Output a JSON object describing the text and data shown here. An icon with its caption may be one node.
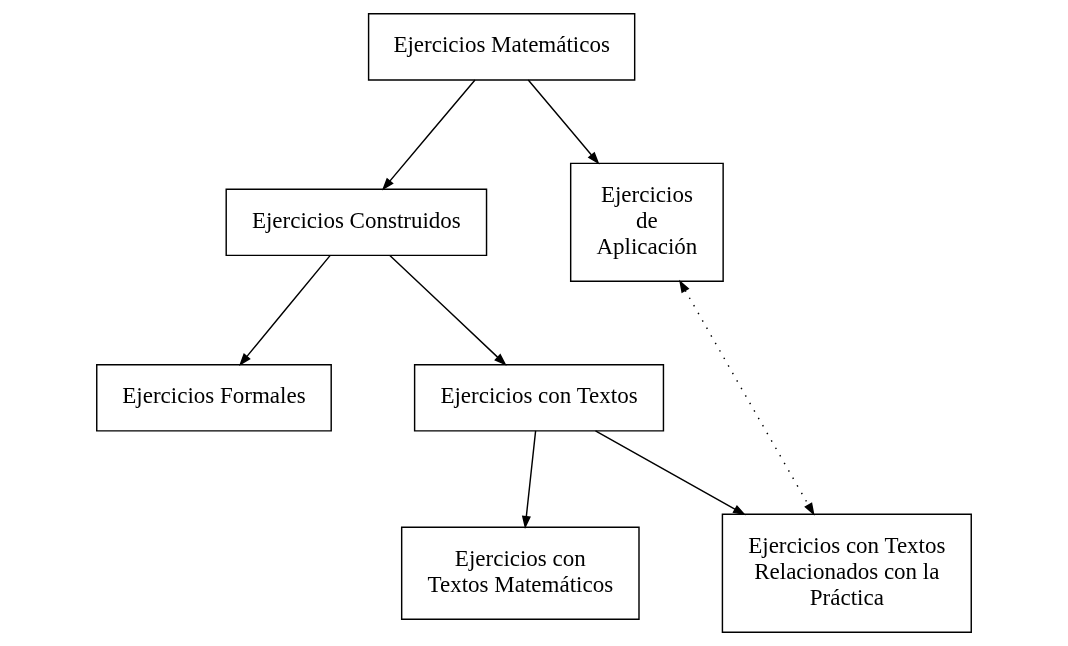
{
  "diagram": {
    "nodes": [
      {
        "text": [
          "Ejercicios Matemáticos"
        ]
      },
      {
        "text": [
          "Ejercicios Construidos"
        ]
      },
      {
        "text": [
          "Ejercicios de Aplicación"
        ]
      },
      {
        "text": [
          "Ejercicios Formales"
        ]
      },
      {
        "text": [
          "Ejercicios con Textos"
        ]
      },
      {
        "text": [
          "Ejercicios con Textos Matemáticos"
        ]
      },
      {
        "text": [
          "Ejercicios con Textos Relacionados con la Práctica"
        ]
      }
    ],
    "edges": [
      {
        "from": 0,
        "to": 1,
        "arrow": "to"
      },
      {
        "from": 0,
        "to": 2,
        "arrow": "to"
      },
      {
        "from": 1,
        "to": 3,
        "arrow": "to"
      },
      {
        "from": 1,
        "to": 4,
        "arrow": "to"
      },
      {
        "from": 4,
        "to": 5,
        "arrow": "to"
      },
      {
        "from": 4,
        "to": 6,
        "arrow": "to"
      },
      {
        "from": 2,
        "to": 6,
        "arrow": "both",
        "style": "dashed"
      }
    ]
  }
}
